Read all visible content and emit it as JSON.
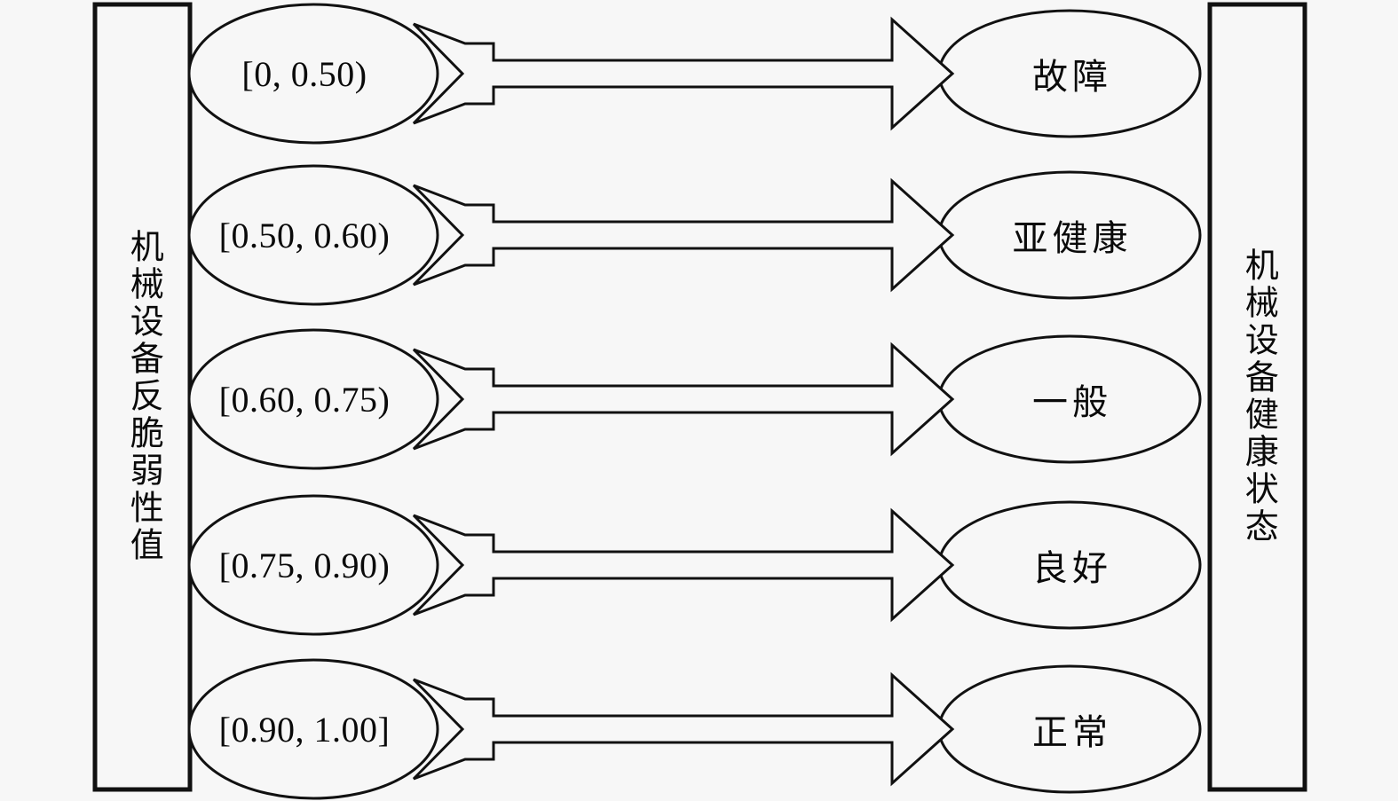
{
  "diagram": {
    "type": "mapping-diagram",
    "background_color": "#f7f7f7",
    "stroke_color": "#111111",
    "fill_color": "#f7f7f7",
    "left_band_label": "机械设备反脆弱性值",
    "right_band_label": "机械设备健康状态",
    "rows": [
      {
        "id": "row-1",
        "interval": "[0, 0.50)",
        "state": "故障",
        "arrow": "maps-to"
      },
      {
        "id": "row-2",
        "interval": "[0.50, 0.60)",
        "state": "亚健康",
        "arrow": "maps-to"
      },
      {
        "id": "row-3",
        "interval": "[0.60, 0.75)",
        "state": "一般",
        "arrow": "maps-to"
      },
      {
        "id": "row-4",
        "interval": "[0.75, 0.90)",
        "state": "良好",
        "arrow": "maps-to"
      },
      {
        "id": "row-5",
        "interval": "[0.90, 1.00]",
        "state": "正常",
        "arrow": "maps-to"
      }
    ]
  }
}
